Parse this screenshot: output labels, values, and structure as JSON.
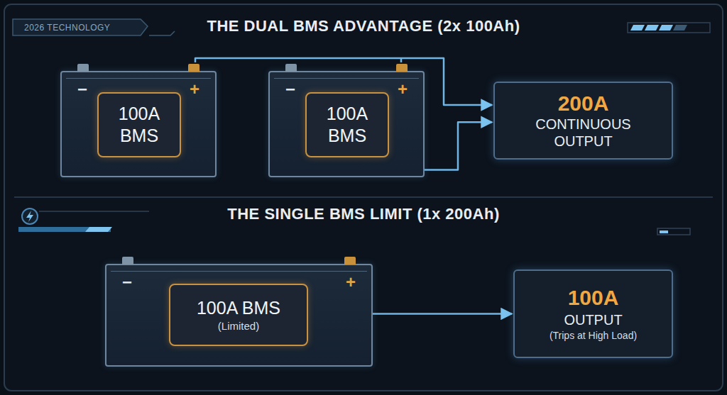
{
  "diagram": {
    "title": "THE DUAL BMS ADVANTAGE (2x 100Ah)",
    "nodes": [
      {
        "text": [
          "−",
          "+"
        ]
      },
      {
        "text": [
          "100A BMS"
        ],
        "in": 0
      },
      {
        "text": [
          "−",
          "+"
        ]
      },
      {
        "text": [
          "100A BMS"
        ],
        "in": 2
      },
      {
        "text": [
          "200A",
          "CONTINUOUS OUTPUT"
        ]
      },
      {
        "text": [
          "−",
          "+"
        ]
      },
      {
        "text": [
          "100A BMS",
          "(Limited)"
        ],
        "in": 5
      },
      {
        "text": [
          "100A",
          "OUTPUT",
          "(Trips at High Load)"
        ]
      }
    ],
    "edges": [
      {
        "from": 0,
        "to": 4,
        "arrow": "to"
      },
      {
        "from": 2,
        "to": 4,
        "arrow": "to"
      },
      {
        "from": 5,
        "to": 7,
        "arrow": "to"
      }
    ],
    "labels": [
      "2026 TECHNOLOGY",
      "THE SINGLE BMS LIMIT (1x 200Ah)"
    ]
  }
}
